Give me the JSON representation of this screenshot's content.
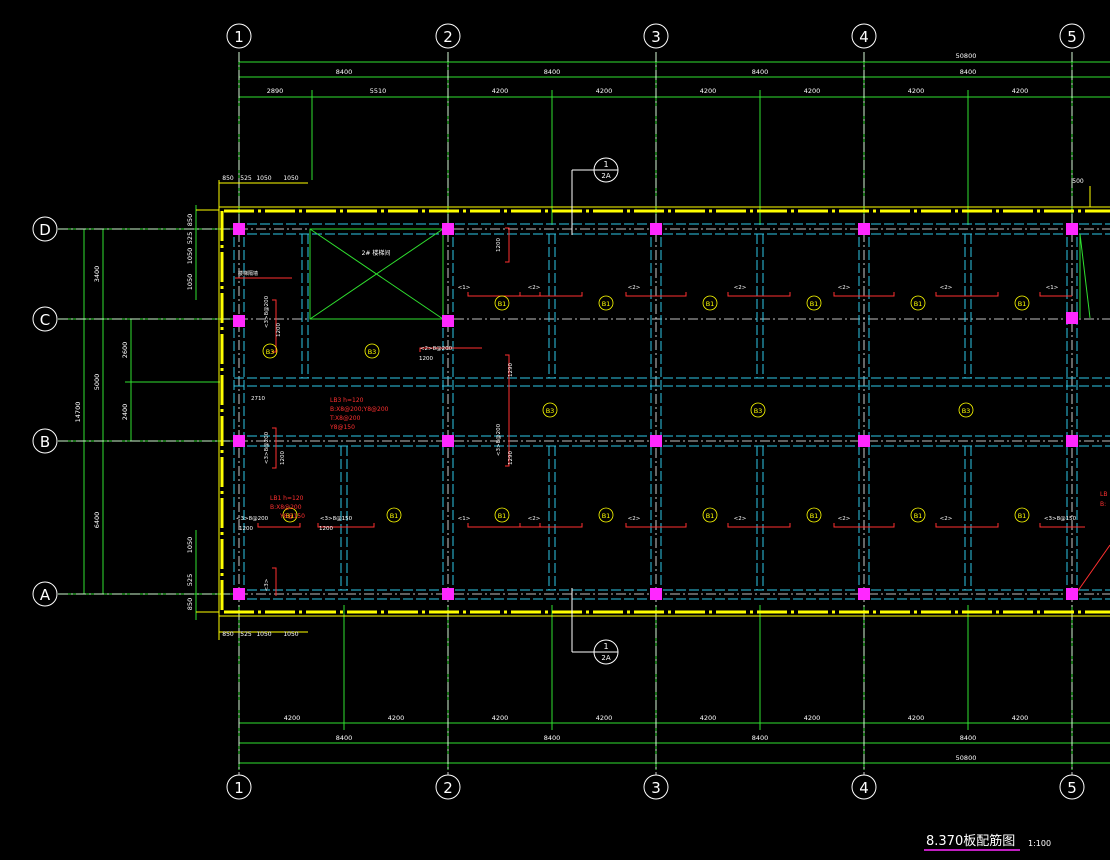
{
  "drawing": {
    "title": "8.370板配筋图",
    "scale": "1:100"
  },
  "grid_columns": [
    "1",
    "2",
    "3",
    "4",
    "5"
  ],
  "grid_rows": [
    "D",
    "C",
    "B",
    "A"
  ],
  "dims_top": {
    "total": "50800",
    "bays": [
      "8400",
      "8400",
      "8400",
      "8400"
    ],
    "sub": [
      "2890",
      "5510",
      "4200",
      "4200",
      "4200",
      "4200",
      "4200",
      "4200"
    ]
  },
  "dims_bottom": {
    "sub": [
      "4200",
      "4200",
      "4200",
      "4200",
      "4200",
      "4200",
      "4200",
      "4200"
    ],
    "bays": [
      "8400",
      "8400",
      "8400",
      "8400"
    ],
    "total": "50800"
  },
  "dims_left": {
    "overall": "14700",
    "upper": "3400",
    "middle": "5000",
    "lower": "6400",
    "inner_upper": "2600",
    "inner_lower": "2400",
    "edge_top": [
      "850",
      "525",
      "1050",
      "1050"
    ],
    "edge_bottom": [
      "1050",
      "525",
      "850"
    ]
  },
  "dims_corner": {
    "top": [
      "850",
      "525",
      "1050",
      "1050"
    ],
    "bottom": [
      "850",
      "525",
      "1050",
      "1050"
    ],
    "right_top": "500"
  },
  "slab_labels": {
    "b1": "B1",
    "b3": "B3"
  },
  "annotations": {
    "stair": "2# 楼梯间",
    "edge_note": "楼梯隔墙",
    "lb3": [
      "LB3 h=120",
      "B:X8@200;Y8@200",
      "T:X8@200",
      "Y8@150"
    ],
    "lb1": [
      "LB1 h=120",
      "B:X8@200",
      "Y8@150"
    ],
    "lb_right": [
      "LB",
      "B:"
    ],
    "dim_2710": "2710",
    "dim_1200": "1200",
    "dim_1290": "1290",
    "rebar_1": "<1>",
    "rebar_2": "<2>",
    "rebar_3": "<3>",
    "rebar_2_1200": "<2>8@200",
    "rebar_3_full": "<3>8@200",
    "rebar_3_150": "<3>8@150",
    "section_num": "1",
    "section_sheet": "2A"
  }
}
